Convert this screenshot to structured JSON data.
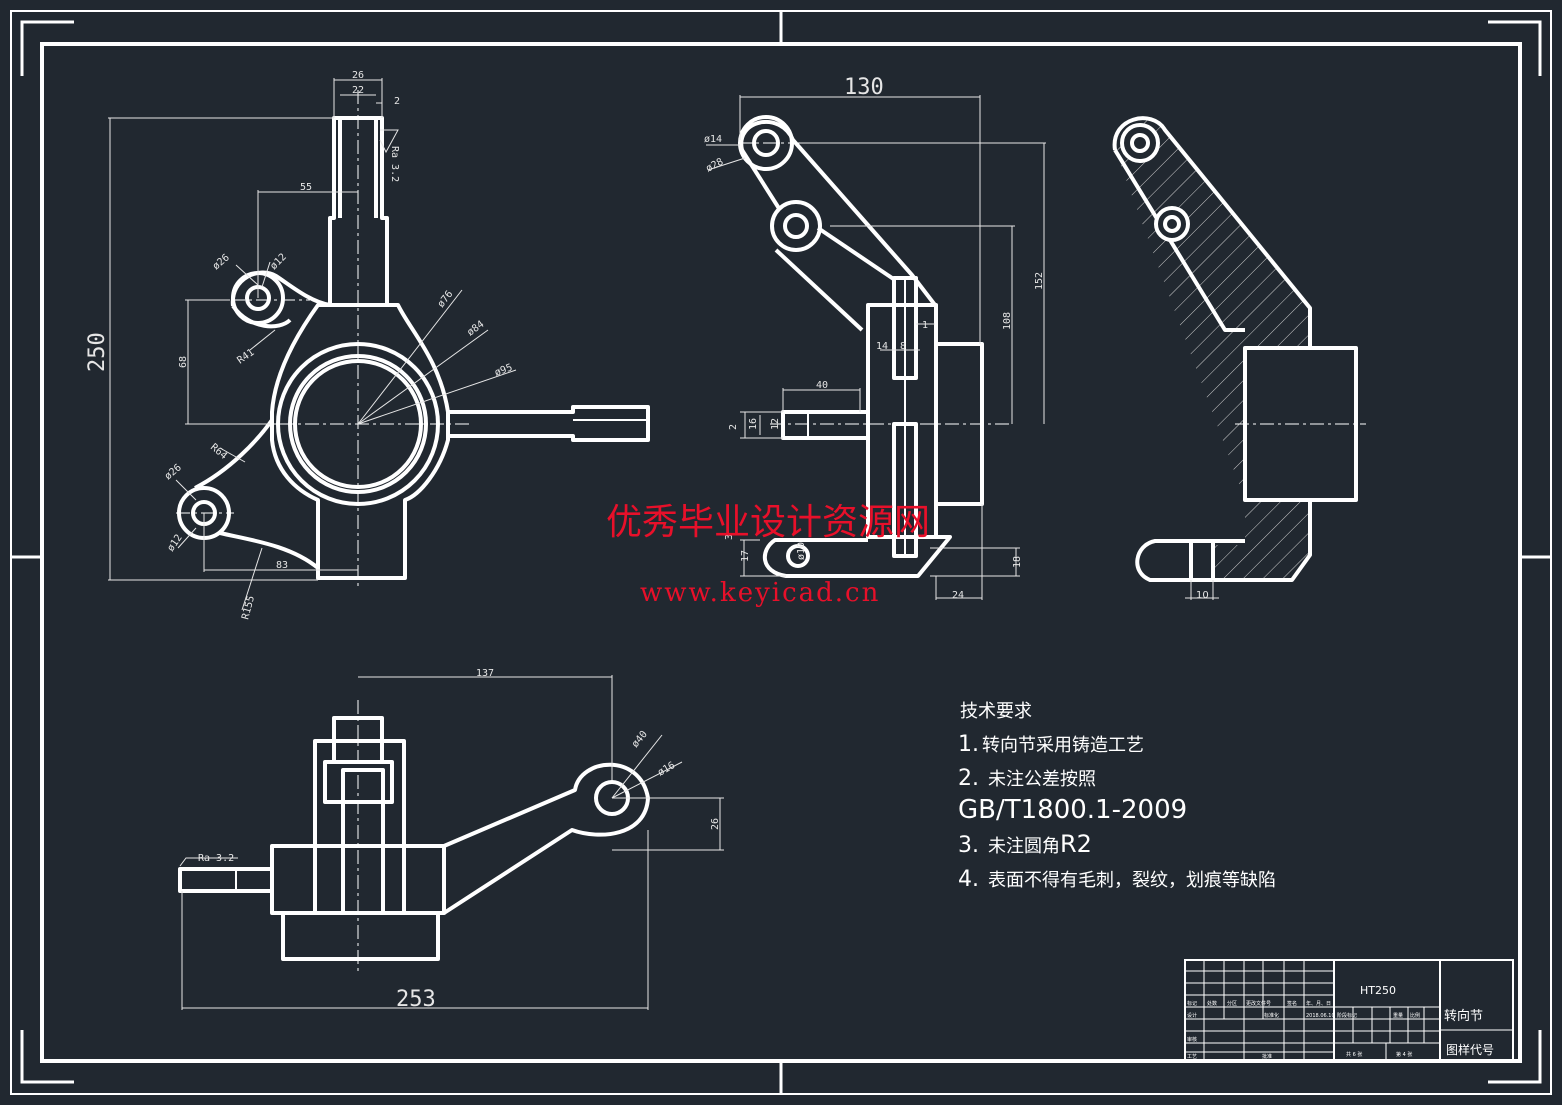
{
  "colors": {
    "background": "#212830",
    "line": "#ffffff",
    "dim": "#e6e6e6",
    "watermark": "#e8102a",
    "hatch": "#cfcfcf"
  },
  "front_view": {
    "dims": {
      "w26": "26",
      "w22": "22",
      "w2": "2",
      "ra": "Ra 3.2",
      "d55": "55",
      "h250": "250",
      "d68": "68",
      "r41": "R41",
      "phi26a": "ø26",
      "phi12a": "ø12",
      "phi76": "ø76",
      "phi84": "ø84",
      "phi95": "ø95",
      "r64": "R64",
      "phi26b": "ø26",
      "phi12b": "ø12",
      "d83": "83",
      "r155": "R155"
    }
  },
  "side_view": {
    "dims": {
      "d130": "130",
      "phi14": "ø14",
      "phi28": "ø28",
      "d152": "152",
      "d108": "108",
      "d1": "1",
      "d14": "14",
      "d8": "8",
      "d40": "40",
      "d2": "2",
      "d16": "16",
      "d12": "12",
      "d3": "3",
      "d17": "17",
      "phi10": "ø10",
      "d24": "24",
      "d18": "18"
    }
  },
  "section_view": {
    "dims": {
      "d10": "10"
    }
  },
  "top_view": {
    "dims": {
      "d137": "137",
      "phi40": "ø40",
      "phi16": "ø16",
      "d26": "26",
      "ra": "Ra 3.2",
      "d253": "253"
    }
  },
  "watermark": {
    "line1": "优秀毕业设计资源网",
    "line2": "www.keyicad.cn"
  },
  "tech": {
    "title": "技术要求",
    "n1": "1.",
    "l1": "转向节采用铸造工艺",
    "n2": "2.",
    "l2": "未注公差按照",
    "l2b": "GB/T1800.1-2009",
    "n3": "3.",
    "l3": "未注圆角",
    "l3b": "R2",
    "n4": "4.",
    "l4": "表面不得有毛刺，裂纹，划痕等缺陷"
  },
  "title_block": {
    "material": "HT250",
    "part": "转向节",
    "drawing_no": "图样代号",
    "mark": "标记",
    "count": "处数",
    "zone": "分区",
    "change_doc": "更改文件号",
    "sign": "签名",
    "ymd": "年、月、日",
    "design": "设计",
    "std": "标准化",
    "date": "2018.06.10",
    "stage": "阶段标记",
    "weight": "重量",
    "scale": "比例",
    "check": "审核",
    "process": "工艺",
    "approve": "批准",
    "sheets_total": "共 6 张",
    "sheet_no": "第 4 张"
  }
}
